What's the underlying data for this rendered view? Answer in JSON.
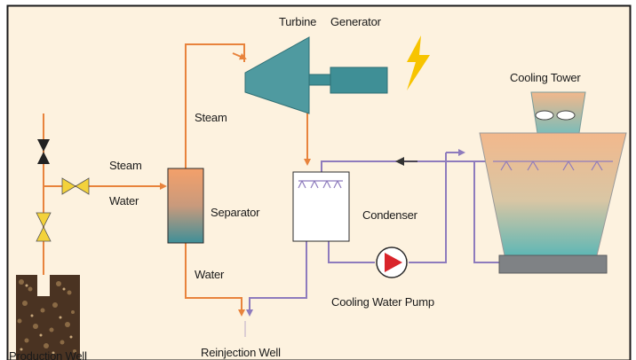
{
  "labels": {
    "turbine": "Turbine",
    "generator": "Generator",
    "cooling_tower": "Cooling Tower",
    "steam_upper": "Steam",
    "steam_left": "Steam",
    "water_left": "Water",
    "separator": "Separator",
    "condenser": "Condenser",
    "water_lower": "Water",
    "cooling_water_pump": "Cooling Water Pump",
    "production_well": "Production Well",
    "reinjection_well": "Reinjection Well"
  },
  "colors": {
    "background": "#fdf2df",
    "frame": "#1a1a1a",
    "steam_pipe": "#e8833c",
    "water_pipe": "#8e7bbd",
    "turbine": "#4f9aa0",
    "generator": "#3f8f96",
    "lightning": "#f7c400",
    "pump_red": "#d9242b",
    "tower_top": "#f2b88c",
    "tower_bottom": "#5fb7b5",
    "separator_top": "#f4a06a",
    "separator_bottom": "#3e8f98",
    "valve_yellow": "#f3d23b",
    "valve_dark": "#222222"
  },
  "icons": [
    "valve-icon",
    "lightning-icon",
    "pump-icon",
    "spray-nozzle-icon",
    "fan-icon"
  ]
}
